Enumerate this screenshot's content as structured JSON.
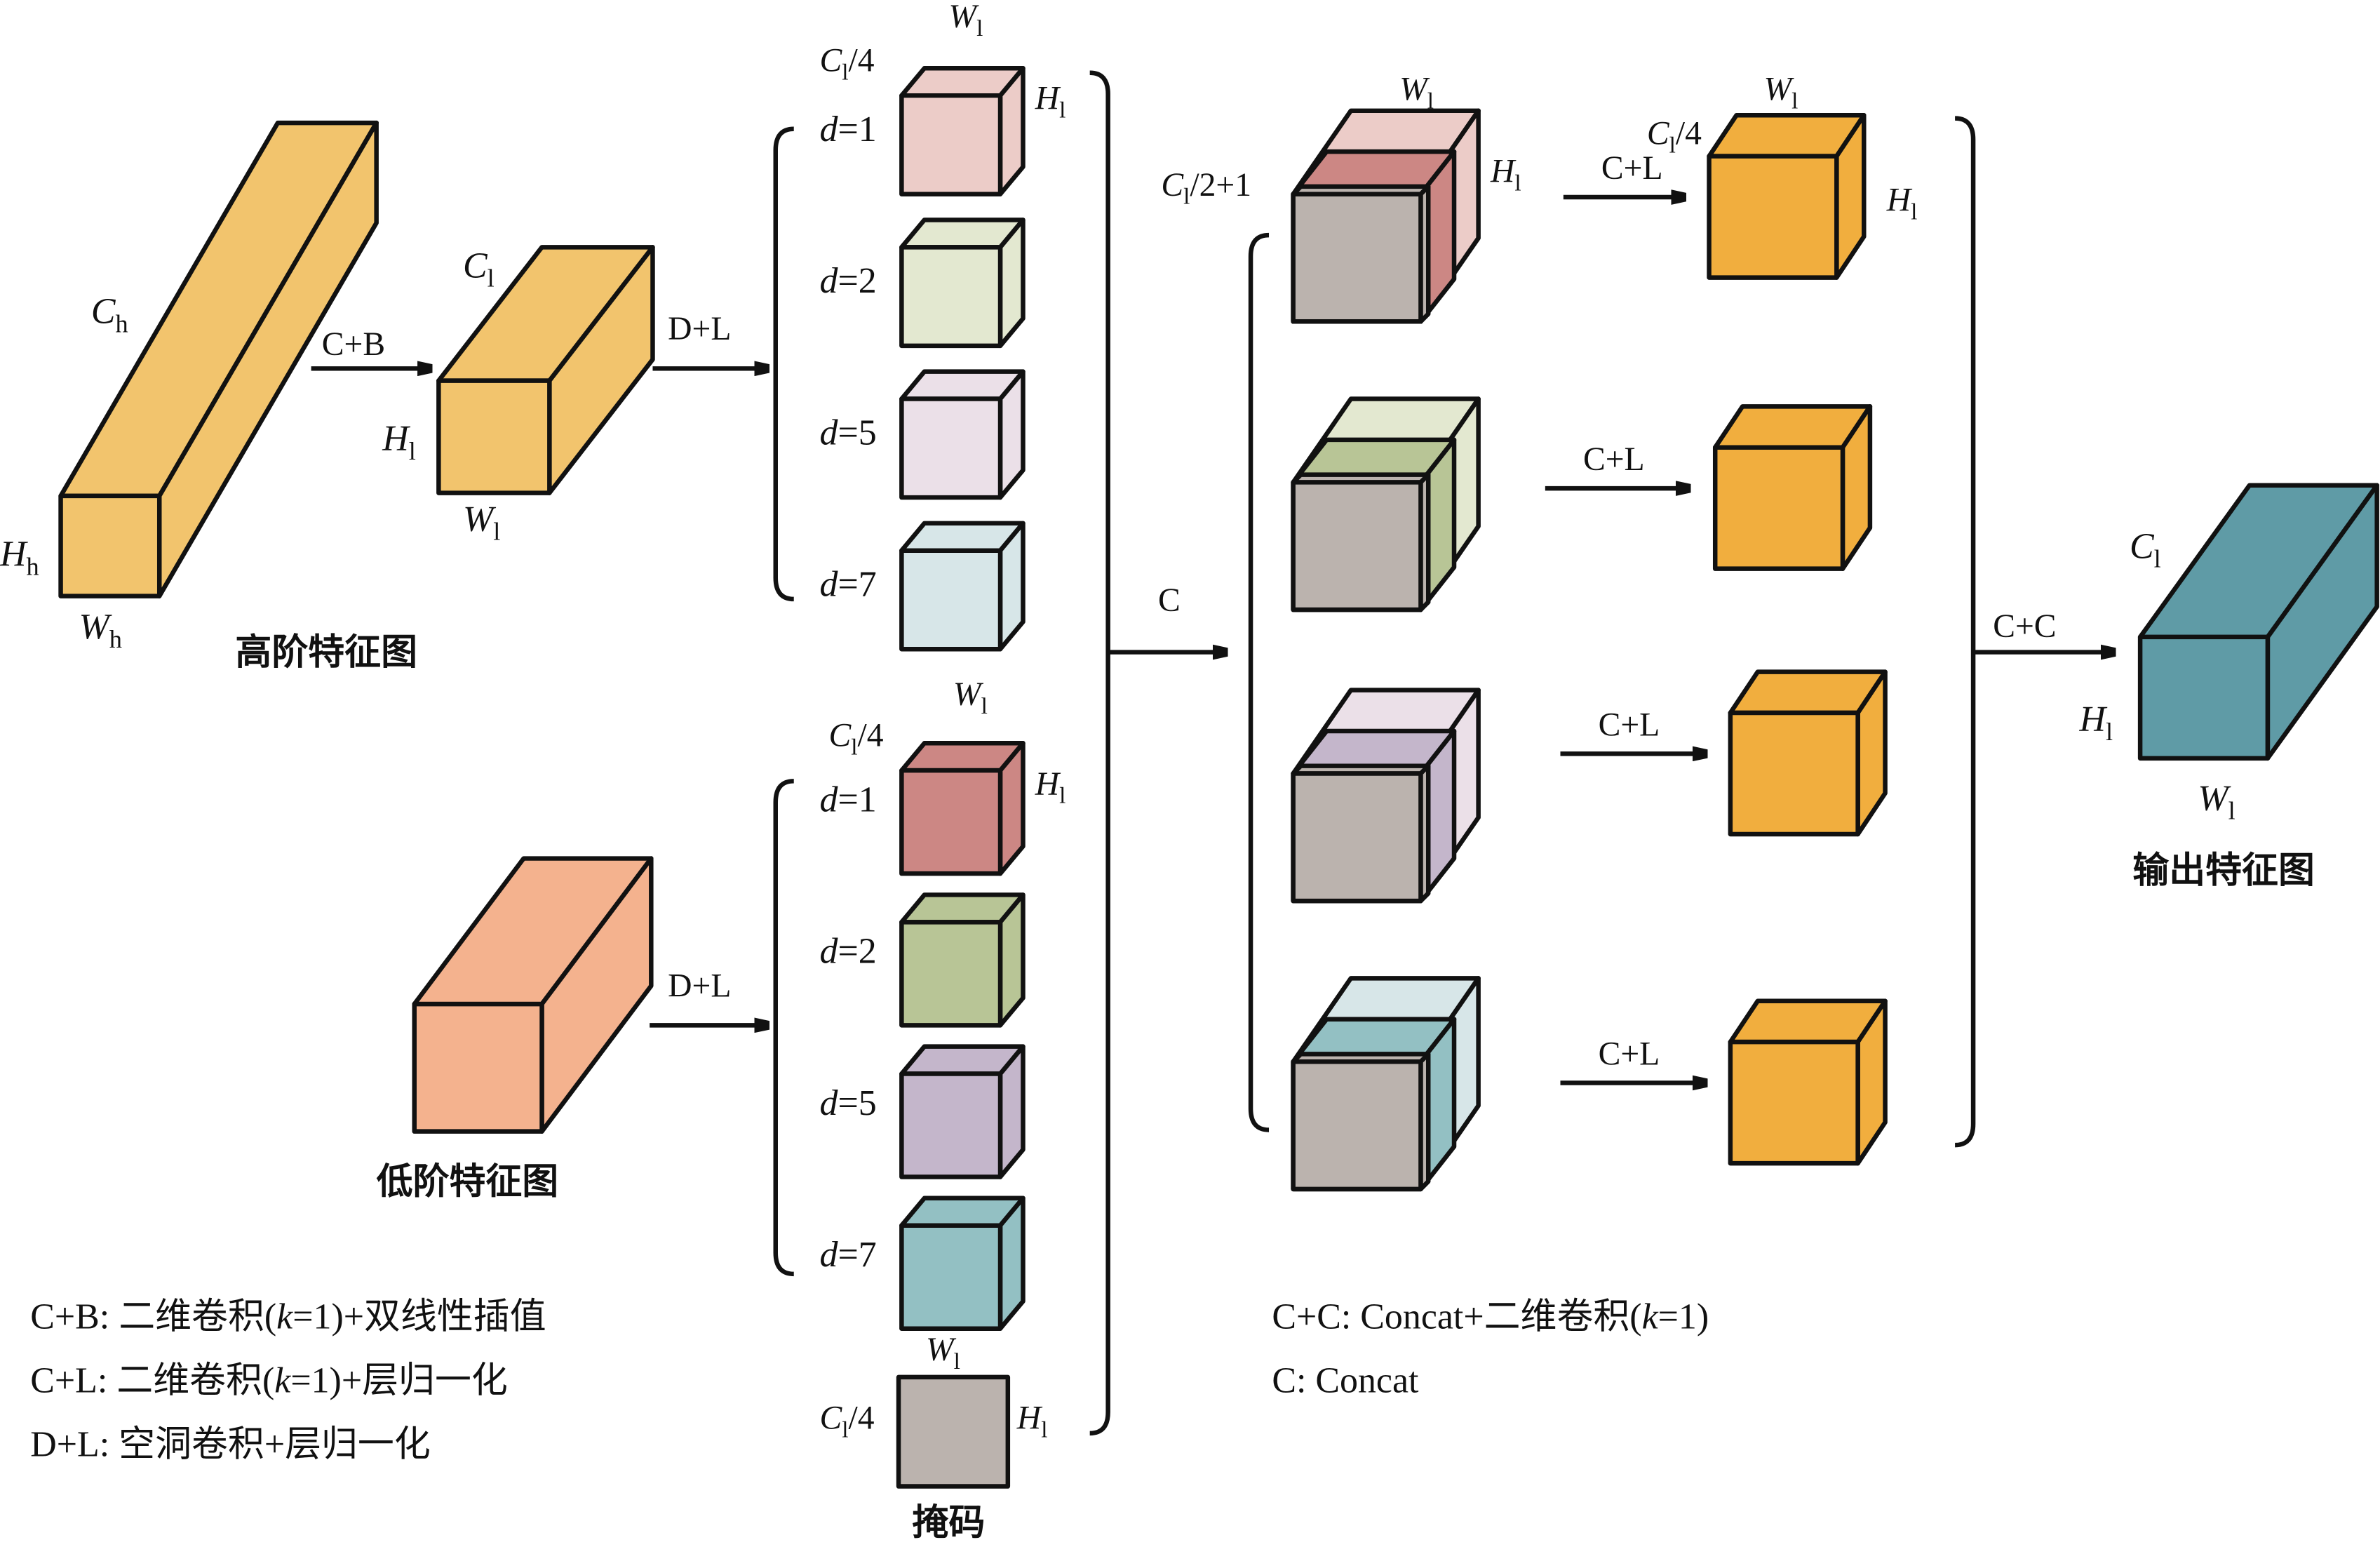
{
  "colors": {
    "high_feature": "#f2c46d",
    "low_feature": "#f4b28e",
    "mask": "#bbb3ae",
    "output_conv": "#f1ae3e",
    "output_feature": "#5f9ba6",
    "upper_dilated": [
      "#ecccc8",
      "#e3e8d0",
      "#ebe0e8",
      "#d7e6e8"
    ],
    "lower_dilated": [
      "#cc8784",
      "#b8c596",
      "#c4b6cb",
      "#93c0c3"
    ]
  },
  "labels": {
    "high_feature_map": "高阶特征图",
    "low_feature_map": "低阶特征图",
    "output_feature_map": "输出特征图",
    "mask": "掩码",
    "op_cb": "C+B",
    "op_dl": "D+L",
    "op_c": "C",
    "op_cl": "C+L",
    "op_cc": "C+C"
  },
  "dims": {
    "C": "C",
    "H": "H",
    "W": "W",
    "sub_h": "h",
    "sub_l": "l",
    "quarter": "/4",
    "half_plus_one": "/2+1"
  },
  "dilations": [
    "1",
    "2",
    "5",
    "7"
  ],
  "d_prefix": "d",
  "legend": [
    {
      "key": "C+B",
      "pre": ": 二维卷积(",
      "k": "k",
      "post": "=1)+双线性插值"
    },
    {
      "key": "C+L",
      "pre": ": 二维卷积(",
      "k": "k",
      "post": "=1)+层归一化"
    },
    {
      "key": "D+L",
      "pre": ": 空洞卷积+层归一化",
      "k": "",
      "post": ""
    },
    {
      "key": "C+C",
      "pre": ": Concat+二维卷积(",
      "k": "k",
      "post": "=1)"
    },
    {
      "key": "C",
      "pre": ": Concat",
      "k": "",
      "post": ""
    }
  ]
}
